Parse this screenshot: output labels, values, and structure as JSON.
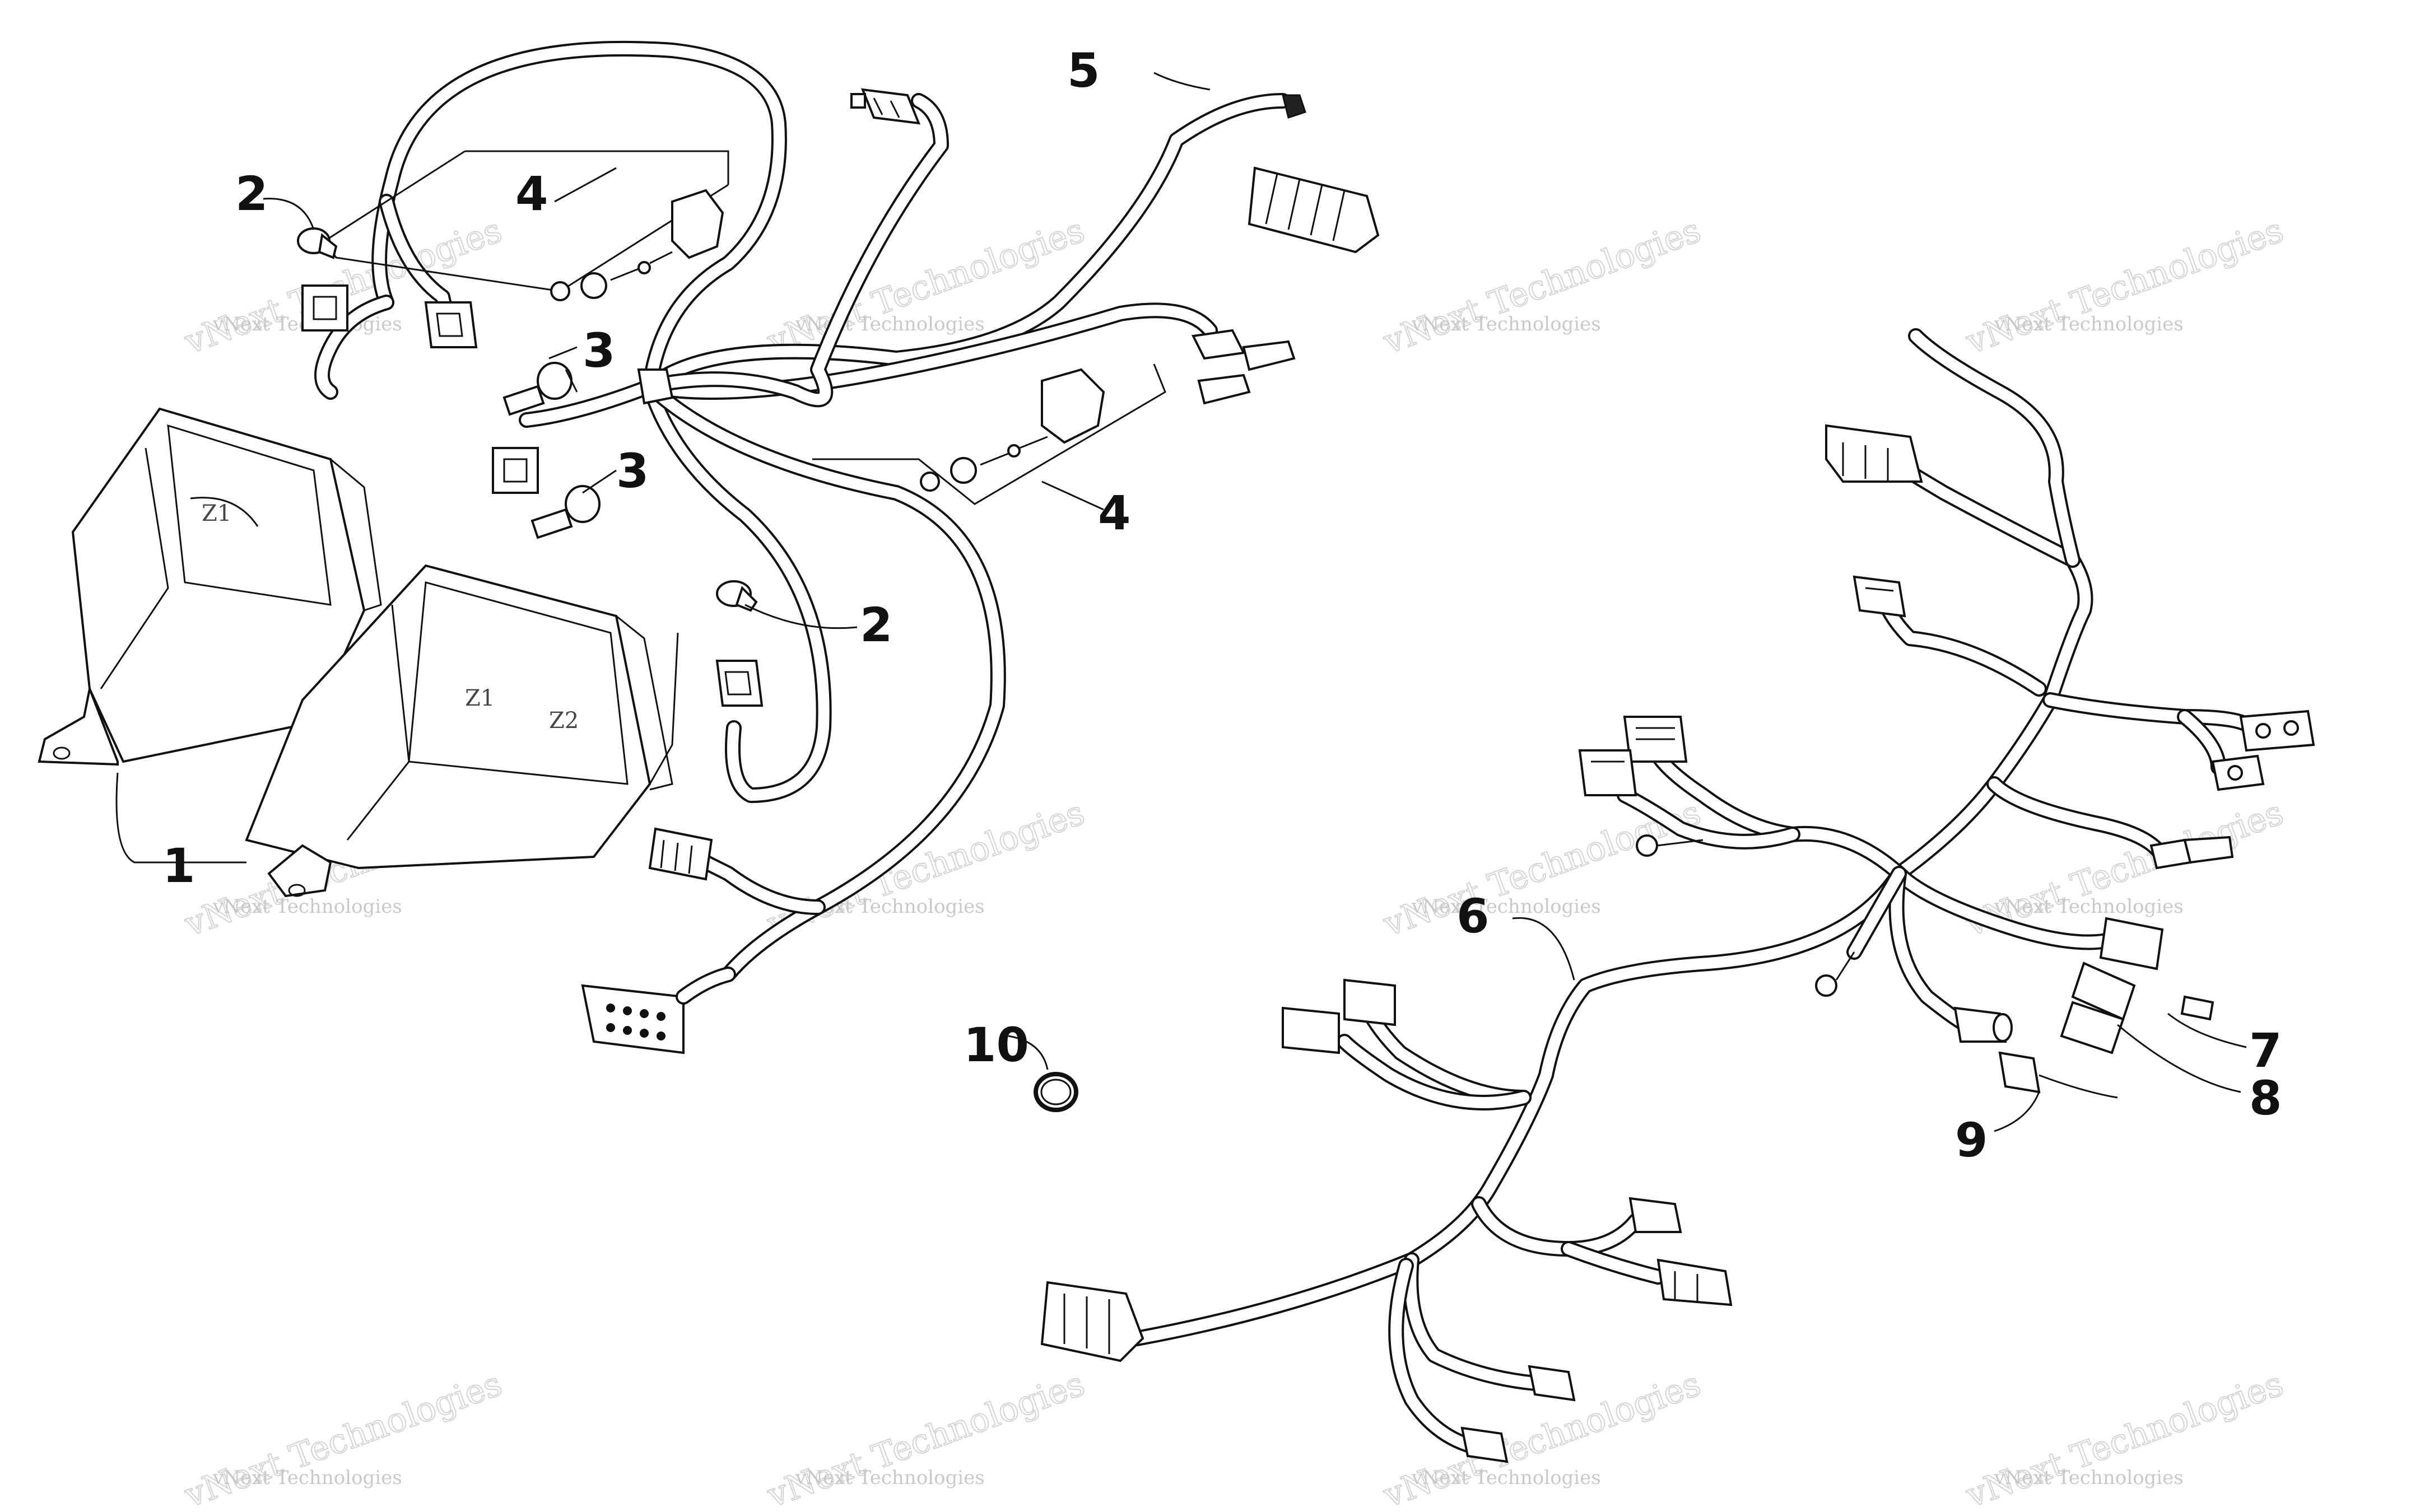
{
  "callouts": {
    "c1": "1",
    "c2a": "2",
    "c2b": "2",
    "c3a": "3",
    "c3b": "3",
    "c4a": "4",
    "c4b": "4",
    "c5": "5",
    "c6": "6",
    "c7": "7",
    "c8": "8",
    "c9": "9",
    "c10": "10"
  },
  "watermark": {
    "small": "vNext Technologies",
    "big": "vNext Technologies"
  }
}
